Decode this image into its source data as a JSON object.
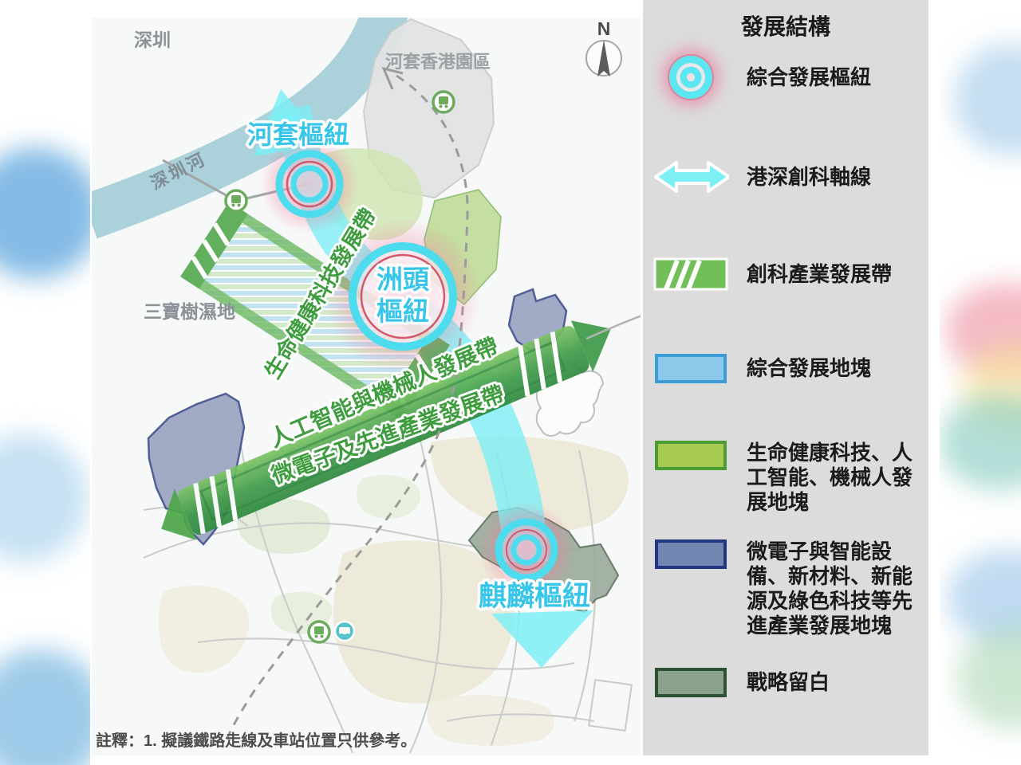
{
  "map": {
    "labels": {
      "shenzhen": "深圳",
      "hetao_park": "河套香港園區",
      "shenzhen_river": "深圳河",
      "wetland": "三寶樹濕地"
    },
    "hubs": {
      "hetao": "河套樞紐",
      "zhoutou_line1": "洲頭",
      "zhoutou_line2": "樞紐",
      "kilin": "麒麟樞紐"
    },
    "belts": {
      "life_health": "生命健康科技發展帶",
      "ai_robotics": "人工智能與機械人發展帶",
      "microelectronics": "微電子及先進產業發展帶"
    },
    "compass": "N",
    "note": "註釋：1. 擬議鐵路走線及車站位置只供參考。"
  },
  "legend": {
    "title": "發展結構",
    "items": [
      {
        "id": "hub",
        "icon": "hub-ring-icon",
        "label": "綜合發展樞紐"
      },
      {
        "id": "axis",
        "icon": "double-arrow-icon",
        "label": "港深創科軸線"
      },
      {
        "id": "itech-belt",
        "icon": "striped-green-swatch",
        "label": "創科產業發展帶"
      },
      {
        "id": "comprehensive",
        "icon": "blue-swatch",
        "label": "綜合發展地塊"
      },
      {
        "id": "life-ai",
        "icon": "lime-swatch",
        "label": "生命健康科技、人工智能、機械人發展地塊"
      },
      {
        "id": "micro",
        "icon": "navy-swatch",
        "label": "微電子與智能設備、新材料、新能源及綠色科技等先進產業發展地塊"
      },
      {
        "id": "reserve",
        "icon": "olive-swatch",
        "label": "戰略留白"
      }
    ]
  },
  "colors": {
    "legend_panel": "#dcdcdc",
    "map_background": "#f7f8f8",
    "axis_cyan": "#7deef4",
    "hub_ring_cyan": "#4cdcee",
    "hub_glow_pink": "#f2789b",
    "belt_green": "#3f9a4a",
    "belt_text_green": "#3f9d3f",
    "river_teal": "#a7cfd9",
    "comprehensive_blue": "#8cc8e9",
    "life_ai_lime": "#a7ca51",
    "micro_navy": "#7286b2",
    "reserve_olive": "#8ca18d"
  }
}
